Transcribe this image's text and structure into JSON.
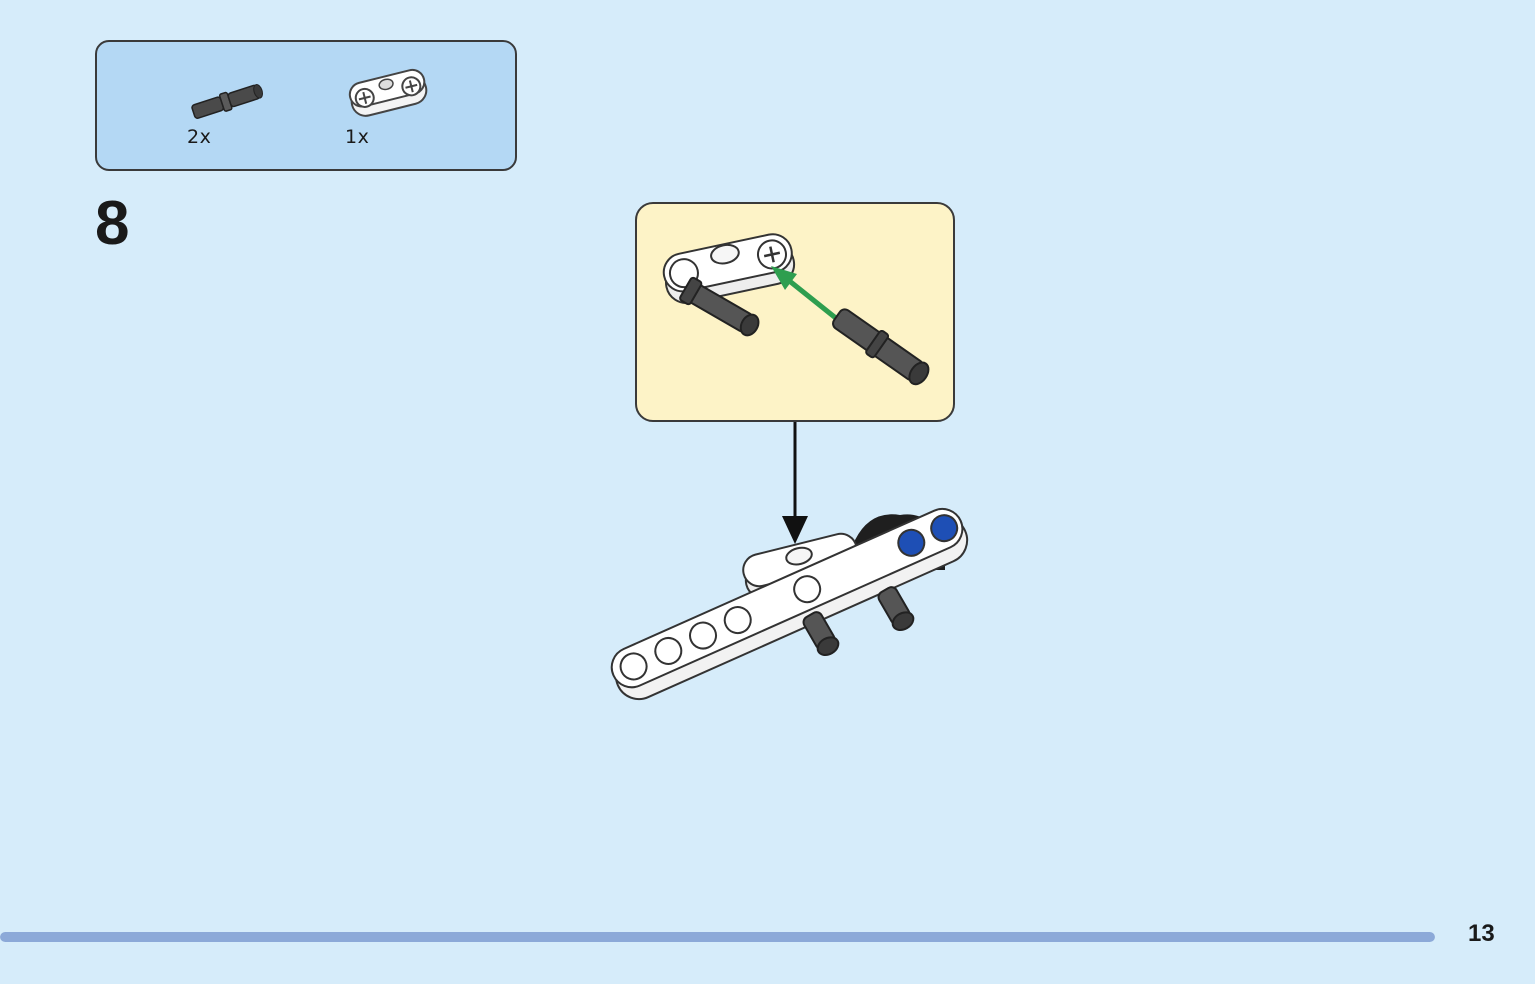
{
  "parts_list": {
    "items": [
      {
        "name": "black-friction-pin",
        "quantity": "2x"
      },
      {
        "name": "white-double-pin-connector",
        "quantity": "1x"
      }
    ]
  },
  "step": {
    "number": "8"
  },
  "progress": {
    "fraction": 1.0
  },
  "page": {
    "number": "13"
  },
  "colors": {
    "background": "#d6ecfa",
    "parts_box": "#b4d8f4",
    "callout": "#fdf3c7",
    "progress_bar": "#8ca9d8",
    "assembly_arrow": "#2e9e4f"
  }
}
